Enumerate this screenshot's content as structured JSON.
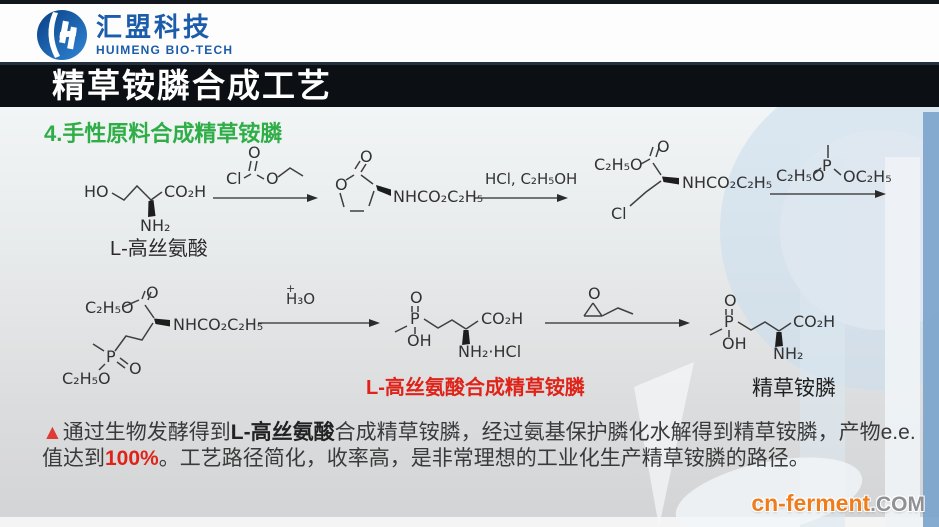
{
  "header": {
    "logo_cn": "汇盟科技",
    "logo_en": "HUIMENG BIO-TECH"
  },
  "title_bar": {
    "title": "精草铵膦合成工艺"
  },
  "section": {
    "heading": "4.手性原料合成精草铵膦"
  },
  "scheme": {
    "row1": {
      "homoserine": {
        "ho": "HO",
        "co2h": "CO₂H",
        "nh2": "NH₂",
        "name": "L-高丝氨酸"
      },
      "chloroformate": {
        "o_top": "O",
        "cl": "Cl",
        "o_ester": "O"
      },
      "lactone": {
        "o_top": "O",
        "o_ring": "O",
        "nhcbz": "NHCO₂C₂H₅"
      },
      "arrow2_label": "HCl, C₂H₅OH",
      "chloro_ester": {
        "c2h5o": "C₂H₅O",
        "o_top": "O",
        "nhcbz": "NHCO₂C₂H₅",
        "cl": "Cl"
      },
      "phosphonite": {
        "c2h5o": "C₂H₅O",
        "p": "P",
        "oc2h5": "OC₂H₅"
      }
    },
    "row2": {
      "phosphinate_ester": {
        "c2h5o_top": "C₂H₅O",
        "o_top": "O",
        "nhcbz": "NHCO₂C₂H₅",
        "p": "P",
        "o_right": "O",
        "c2h5o_bottom": "C₂H₅O"
      },
      "arrow4_charge": "+",
      "arrow4_label": "H₃O",
      "hcl_salt": {
        "o": "O",
        "p": "P",
        "oh": "OH",
        "co2h": "CO₂H",
        "nh2hcl": "NH₂·HCl",
        "name": "L-高丝氨酸合成精草铵膦"
      },
      "epoxide": {
        "o": "O"
      },
      "product": {
        "o": "O",
        "p": "P",
        "oh": "OH",
        "co2h": "CO₂H",
        "nh2": "NH₂",
        "name": "精草铵膦"
      }
    }
  },
  "summary": {
    "marker": "▲",
    "seg1": "通过生物发酵得到",
    "bold1": "L-高丝氨酸",
    "seg2": "合成精草铵膦，经过氨基保护膦化水解得到精草铵膦，产物e.e.值达到",
    "red1": "100%",
    "seg3": "。工艺路径简化，收率高，是非常理想的工业化生产精草铵膦的路径。"
  },
  "site_watermark": {
    "site": "cn-ferment",
    "tld": ".COM"
  },
  "colors": {
    "brand_blue": "#1b5cab",
    "heading_green": "#2fae48",
    "accent_red": "#e02318",
    "watermark_orange": "#ee7d1e",
    "bar_black": "#0c0f14"
  }
}
